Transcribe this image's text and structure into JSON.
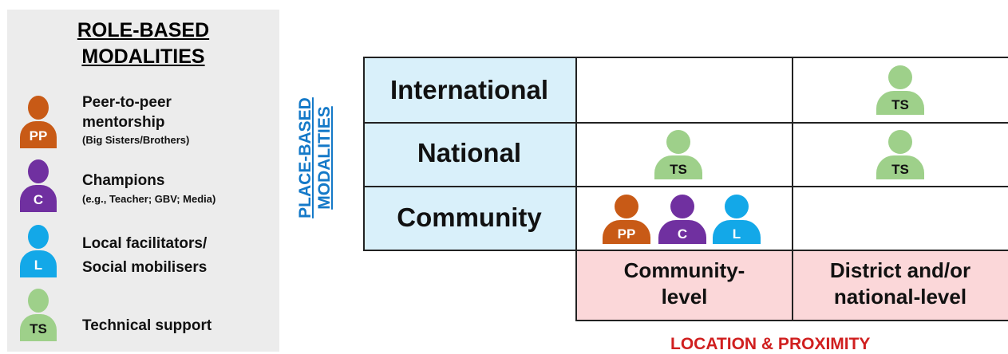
{
  "legend": {
    "title_line1": "ROLE-BASED",
    "title_line2": "MODALITIES",
    "items": [
      {
        "badge": "PP",
        "label_line1": "Peer-to-peer",
        "label_line2": "mentorship",
        "sub": "(Big Sisters/Brothers)",
        "color": "#c85a16"
      },
      {
        "badge": "C",
        "label_line1": "Champions",
        "sub": "(e.g., Teacher; GBV; Media)",
        "color": "#7030a0"
      },
      {
        "badge": "L",
        "label_line1": "Local facilitators/",
        "label_line2": "Social mobilisers",
        "color": "#13a8e8"
      },
      {
        "badge": "TS",
        "label_line1": "Technical support",
        "color": "#9ed08a"
      }
    ]
  },
  "y_axis_title_line1": "PLACE-BASED",
  "y_axis_title_line2": "MODALITIES",
  "rows": [
    "International",
    "National",
    "Community"
  ],
  "columns": [
    "Community-level",
    "District and/or national-level"
  ],
  "col1_line1": "Community-",
  "col1_line2": "level",
  "col2_line1": "District and/or",
  "col2_line2": "national-level",
  "x_axis_title": "LOCATION & PROXIMITY",
  "cells": {
    "international_district": [
      "TS"
    ],
    "national_community": [
      "TS"
    ],
    "national_district": [
      "TS"
    ],
    "community_community": [
      "PP",
      "C",
      "L"
    ]
  },
  "colors": {
    "pp": "#c85a16",
    "c": "#7030a0",
    "l": "#13a8e8",
    "ts": "#9ed08a",
    "ts_text": "#111111",
    "row_bg": "#d9f0fa",
    "col_bg": "#fbd7d9",
    "y_title": "#1479c8",
    "x_title": "#d01f1f"
  }
}
